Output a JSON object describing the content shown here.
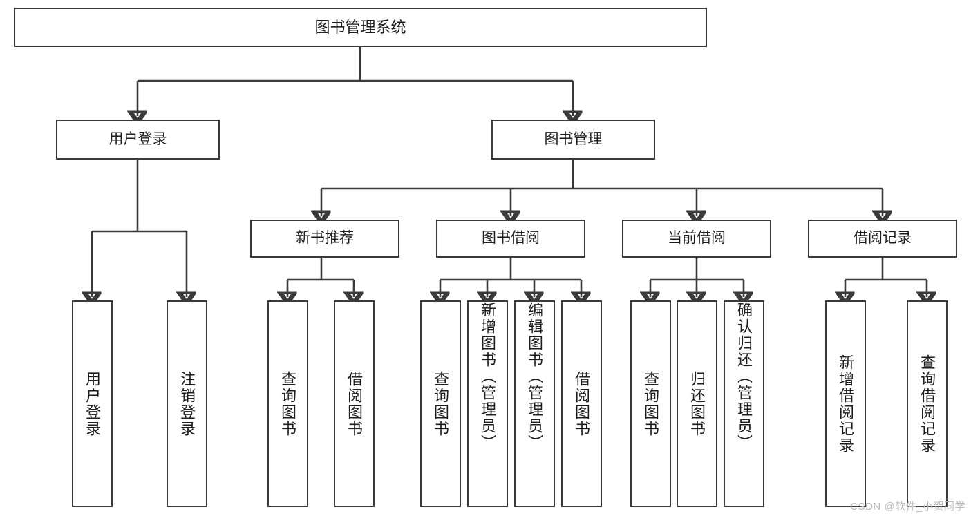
{
  "diagram": {
    "title": "图书管理系统",
    "type": "tree-hierarchy",
    "watermark": "CSDN @软件_小贺同学",
    "root": {
      "label": "图书管理系统"
    },
    "level1": [
      {
        "id": "user-login",
        "label": "用户登录"
      },
      {
        "id": "book-manage",
        "label": "图书管理"
      }
    ],
    "level2": [
      {
        "id": "new-book-rec",
        "label": "新书推荐"
      },
      {
        "id": "book-borrow",
        "label": "图书借阅"
      },
      {
        "id": "current-borrow",
        "label": "当前借阅"
      },
      {
        "id": "borrow-record",
        "label": "借阅记录"
      }
    ],
    "leaves": {
      "user_login": [
        {
          "id": "leaf-user-login",
          "label": "用户登录"
        },
        {
          "id": "leaf-logout-login",
          "label": "注销登录"
        }
      ],
      "new_book_rec": [
        {
          "id": "leaf-query-book-1",
          "label": "查询图书"
        },
        {
          "id": "leaf-borrow-book-1",
          "label": "借阅图书"
        }
      ],
      "book_borrow": [
        {
          "id": "leaf-query-book-2",
          "label": "查询图书"
        },
        {
          "id": "leaf-add-book",
          "label": "新增图书（管理员）"
        },
        {
          "id": "leaf-edit-book",
          "label": "编辑图书（管理员）"
        },
        {
          "id": "leaf-borrow-book-2",
          "label": "借阅图书"
        }
      ],
      "current_borrow": [
        {
          "id": "leaf-query-book-3",
          "label": "查询图书"
        },
        {
          "id": "leaf-return-book",
          "label": "归还图书"
        },
        {
          "id": "leaf-confirm-return",
          "label": "确认归还（管理员）"
        }
      ],
      "borrow_record": [
        {
          "id": "leaf-add-record",
          "label": "新增借阅记录"
        },
        {
          "id": "leaf-query-record",
          "label": "查询借阅记录"
        }
      ]
    },
    "colors": {
      "stroke": "#3a3a3a",
      "fill": "#ffffff",
      "text": "#1d1d1d",
      "watermark": "#b9b9b9"
    }
  }
}
